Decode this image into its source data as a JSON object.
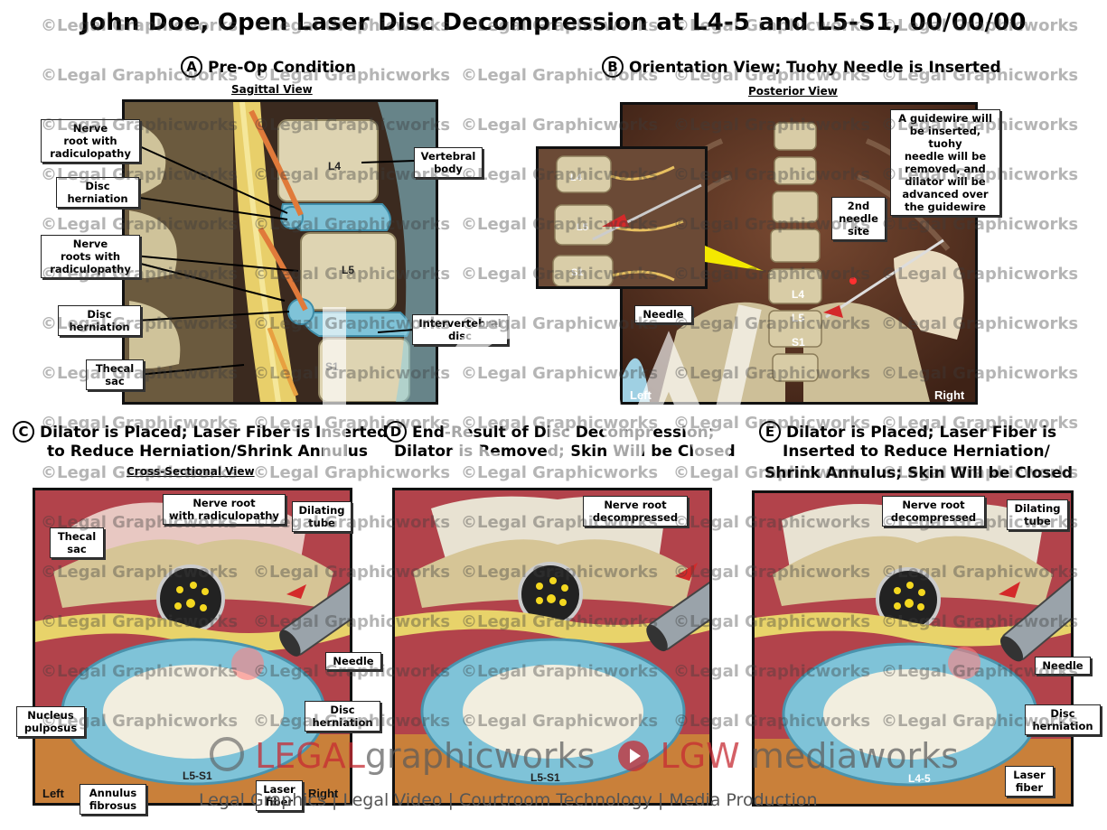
{
  "title": "John Doe, Open Laser Disc Decompression at L4-5 and L5-S1, 00/00/00",
  "watermark": "©Legal Graphicworks",
  "panel_a": {
    "letter": "A",
    "title": "Pre-Op Condition",
    "subtitle": "Sagittal View",
    "labels": {
      "nerve_root": "Nerve\nroot with\nradiculopathy",
      "disc_herniation_1": "Disc\nherniation",
      "nerve_roots": "Nerve\nroots with\nradiculopathy",
      "disc_herniation_2": "Disc\nherniation",
      "thecal_sac": "Thecal\nsac",
      "vertebral_body": "Vertebral\nbody",
      "intervertebral_disc": "Intervertebral\ndisc"
    },
    "levels": {
      "l4": "L4",
      "l5": "L5",
      "s1": "S1"
    }
  },
  "panel_b": {
    "letter": "B",
    "title": "Orientation View; Tuohy Needle is Inserted",
    "subtitle": "Posterior View",
    "labels": {
      "guidewire": "A guidewire will\nbe inserted, tuohy\nneedle will be\nremoved, and\ndilator will be\nadvanced over\nthe guidewire",
      "second_needle": "2nd\nneedle\nsite",
      "needle": "Needle"
    },
    "inset_levels": {
      "l4": "L4",
      "l5": "L5",
      "s1": "S1"
    },
    "levels": {
      "l4": "L4",
      "l5": "L5",
      "s1": "S1"
    },
    "corner_left": "Left",
    "corner_right": "Right"
  },
  "panel_c": {
    "letter": "C",
    "title_line1": "Dilator is Placed; Laser Fiber is Inserted",
    "title_line2": "to Reduce Herniation/Shrink Annulus",
    "subtitle": "Cross-Sectional View",
    "labels": {
      "nerve_root": "Nerve root\nwith radiculopathy",
      "dilating_tube": "Dilating\ntube",
      "thecal_sac": "Thecal\nsac",
      "needle": "Needle",
      "disc_herniation": "Disc\nherniation",
      "nucleus": "Nucleus\npulposus",
      "annulus": "Annulus\nfibrosus",
      "laser_fiber": "Laser\nfiber"
    },
    "level": "L5-S1",
    "corner_left": "Left",
    "corner_right": "Right"
  },
  "panel_d": {
    "letter": "D",
    "title_line1": "End-Result of Disc Decompression;",
    "title_line2": "Dilator is Removed; Skin Will be Closed",
    "labels": {
      "nerve_root": "Nerve root\ndecompressed"
    },
    "level": "L5-S1"
  },
  "panel_e": {
    "letter": "E",
    "title_line1": "Dilator is Placed; Laser Fiber is",
    "title_line2": "Inserted to Reduce Herniation/",
    "title_line3": "Shrink Annulus; Skin Will be Closed",
    "labels": {
      "nerve_root": "Nerve root\ndecompressed",
      "dilating_tube": "Dilating\ntube",
      "needle": "Needle",
      "disc_herniation": "Disc\nherniation",
      "laser_fiber": "Laser\nfiber"
    },
    "level": "L4-5"
  },
  "footer": {
    "brand_legal": "LEGAL",
    "brand_graphicworks": "graphicworks",
    "brand_lgw": "LGW",
    "brand_mediaworks": "mediaworks",
    "tagline": "Legal Graphics | Legal Video | Courtroom Technology | Media Production"
  },
  "colors": {
    "disc_blue": "#7fc3d8",
    "muscle_red": "#b2434b",
    "nerve_yellow": "#e8d36a",
    "bone": "#d9cfa8",
    "brand_red": "#c62b33"
  }
}
